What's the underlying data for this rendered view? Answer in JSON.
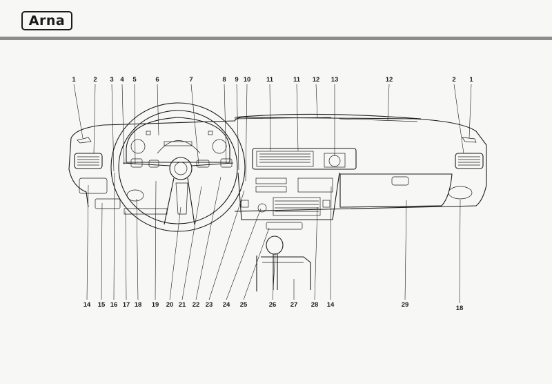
{
  "brand": {
    "name": "Arna"
  },
  "callouts_top": [
    "1",
    "2",
    "3",
    "4",
    "5",
    "6",
    "7",
    "8",
    "9",
    "10",
    "11",
    "11",
    "12",
    "13",
    "12",
    "2",
    "1"
  ],
  "callouts_bottom": [
    "14",
    "15",
    "16",
    "17",
    "18",
    "19",
    "20",
    "21",
    "22",
    "23",
    "24",
    "25",
    "26",
    "27",
    "28",
    "14",
    "29",
    "18"
  ]
}
